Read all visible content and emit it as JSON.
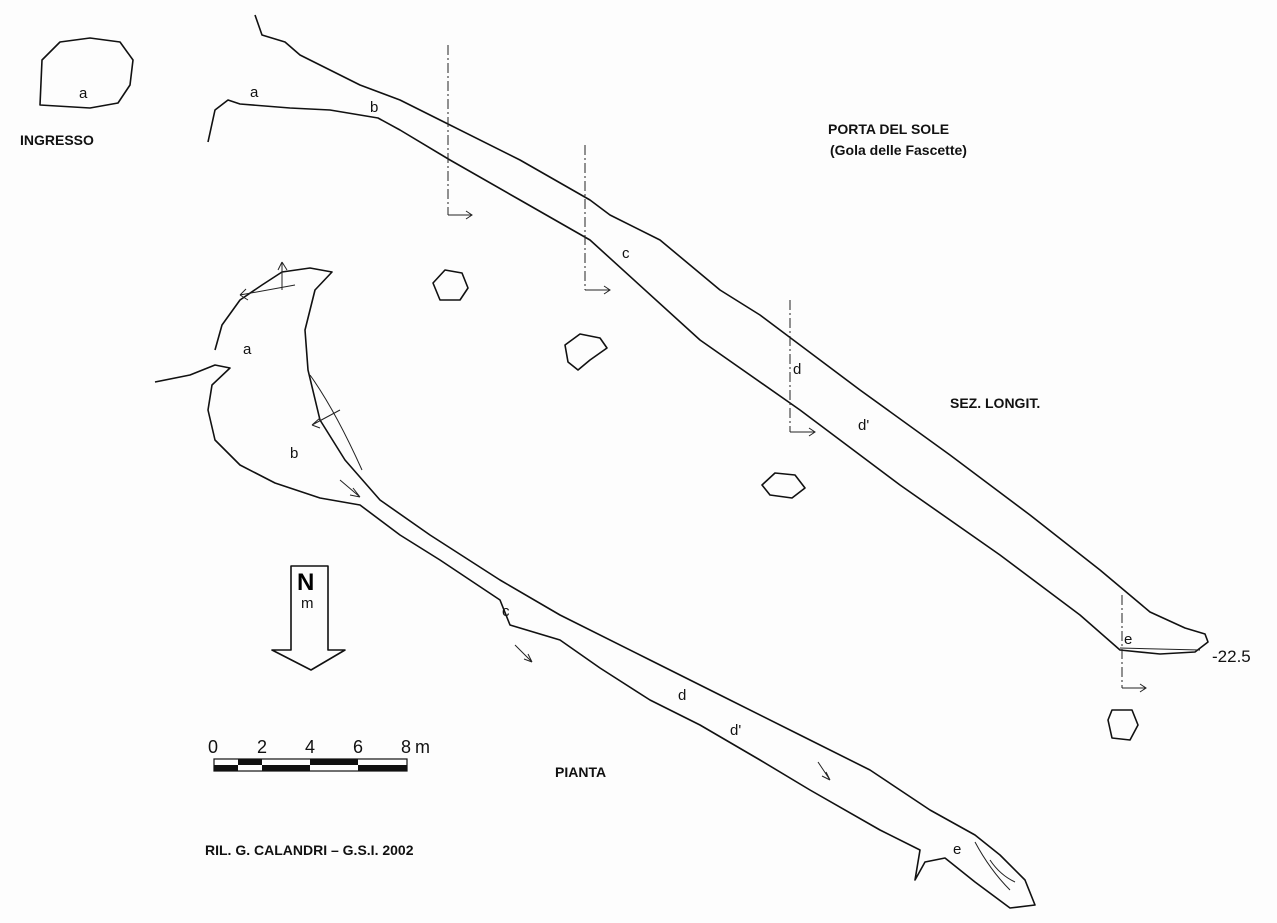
{
  "titles": {
    "cave_name": "PORTA DEL SOLE",
    "cave_subtitle": "(Gola delle Fascette)",
    "entrance": "INGRESSO",
    "section": "SEZ. LONGIT.",
    "plan": "PIANTA",
    "credit": "RIL. G. CALANDRI – G.S.I. 2002"
  },
  "north_arrow": {
    "letter": "N",
    "sub": "m"
  },
  "scale_bar": {
    "ticks": [
      "0",
      "2",
      "4",
      "6",
      "8"
    ],
    "unit": "m"
  },
  "depth": "-22.5",
  "stations": {
    "a": "a",
    "b": "b",
    "c": "c",
    "d": "d",
    "d2": "d'",
    "e": "e"
  }
}
